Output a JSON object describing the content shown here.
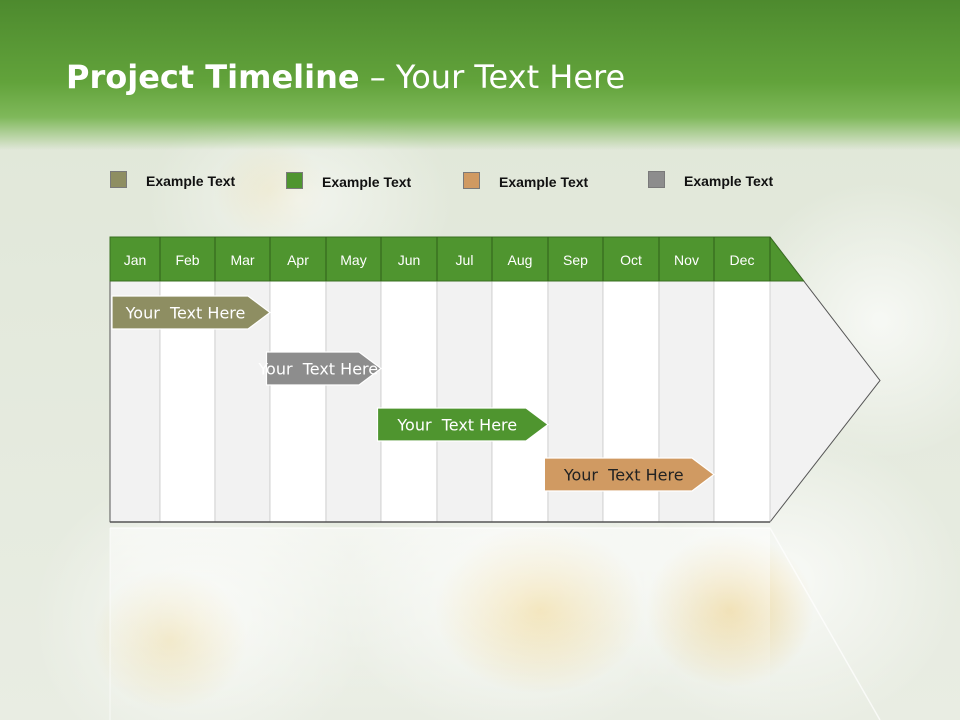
{
  "title": {
    "bold": "Project Timeline",
    "rest": " – Your Text Here"
  },
  "legend": [
    {
      "label": "Example Text",
      "color": "#8e8e62"
    },
    {
      "label": "Example Text",
      "color": "#4f952f"
    },
    {
      "label": "Example Text",
      "color": "#d09a62"
    },
    {
      "label": "Example Text",
      "color": "#8d8d8d"
    }
  ],
  "months": [
    "Jan",
    "Feb",
    "Mar",
    "Apr",
    "May",
    "Jun",
    "Jul",
    "Aug",
    "Sep",
    "Oct",
    "Nov",
    "Dec"
  ],
  "tasks": [
    {
      "label": "Your  Text Here",
      "color": "#8e8e62",
      "start_month": 1.0,
      "end_month": 4.0
    },
    {
      "label": "Your  Text Here",
      "color": "#8d8d8d",
      "start_month": 3.9,
      "end_month": 6.0
    },
    {
      "label": "Your  Text Here",
      "color": "#4f952f",
      "start_month": 5.9,
      "end_month": 9.0
    },
    {
      "label": "Your  Text Here",
      "color": "#d09a62",
      "start_month": 8.9,
      "end_month": 12.0
    }
  ],
  "colors": {
    "header_green": "#4f952f",
    "column_light": "#f2f2f2",
    "column_white": "#ffffff"
  }
}
